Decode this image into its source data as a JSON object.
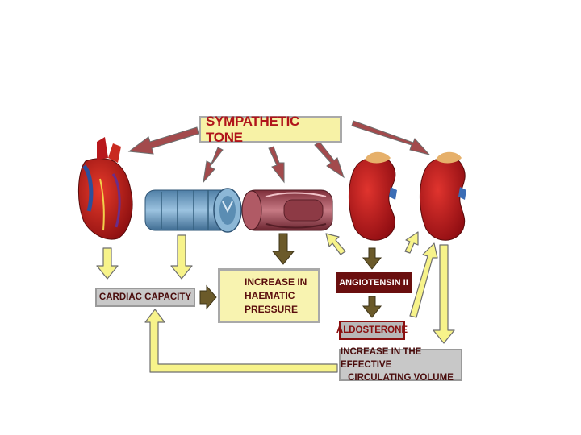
{
  "labels": {
    "sympathetic_tone": "SYMPATHETIC TONE",
    "cardiac_capacity": "CARDIAC CAPACITY",
    "pressure_line1": "INCREASE IN",
    "pressure_line2": "HAEMATIC",
    "pressure_line3": "PRESSURE",
    "angiotensin": "ANGIOTENSIN II",
    "aldosterone": "ALDOSTERONE",
    "volume_line1": "INCREASE IN THE EFFECTIVE",
    "volume_line2": "CIRCULATING VOLUME"
  },
  "colors": {
    "arrow_red": "#a34a4c",
    "arrow_yellow": "#f7f38a",
    "arrow_olive": "#6b5a2a",
    "heart_red": "#c0141b",
    "vessel_blue": "#6fa2c8",
    "vessel_red": "#a04a56",
    "kidney_red": "#c0141b"
  },
  "icons": [
    "heart-icon",
    "vein-icon",
    "artery-icon",
    "kidney-icon"
  ]
}
